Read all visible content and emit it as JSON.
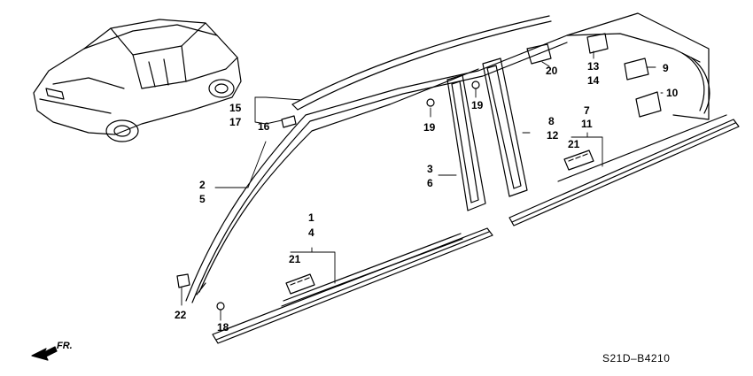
{
  "diagram": {
    "code": "S21D–B4210",
    "direction_label": "FR.",
    "callouts": {
      "c1": "1",
      "c2": "2",
      "c3": "3",
      "c4": "4",
      "c5": "5",
      "c6": "6",
      "c7": "7",
      "c8": "8",
      "c9": "9",
      "c10": "10",
      "c11": "11",
      "c12": "12",
      "c13": "13",
      "c14": "14",
      "c15": "15",
      "c16": "16",
      "c17": "17",
      "c18": "18",
      "c19a": "19",
      "c19b": "19",
      "c20": "20",
      "c21a": "21",
      "c21b": "21",
      "c22": "22"
    }
  }
}
